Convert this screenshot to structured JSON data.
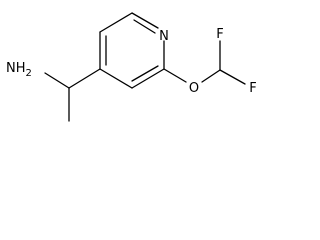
{
  "molecule": {
    "atoms": {
      "nitrogen_ring": "N",
      "amine": "NH2",
      "oxygen": "O",
      "fluorine_top": "F",
      "fluorine_bottom": "F"
    }
  },
  "colors": {
    "bond": "#000000",
    "label": "#000000",
    "background": "#ffffff"
  }
}
